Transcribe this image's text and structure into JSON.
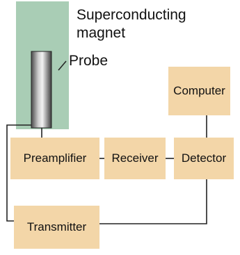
{
  "diagram": {
    "labels": {
      "magnet_line1": "Superconducting",
      "magnet_line2": "magnet",
      "probe": "Probe"
    },
    "blocks": {
      "computer": "Computer",
      "preamplifier": "Preamplifier",
      "receiver": "Receiver",
      "detector": "Detector",
      "transmitter": "Transmitter"
    },
    "colors": {
      "magnet": "#a9cdb5",
      "block": "#f3d6a8",
      "line": "#222222"
    }
  }
}
